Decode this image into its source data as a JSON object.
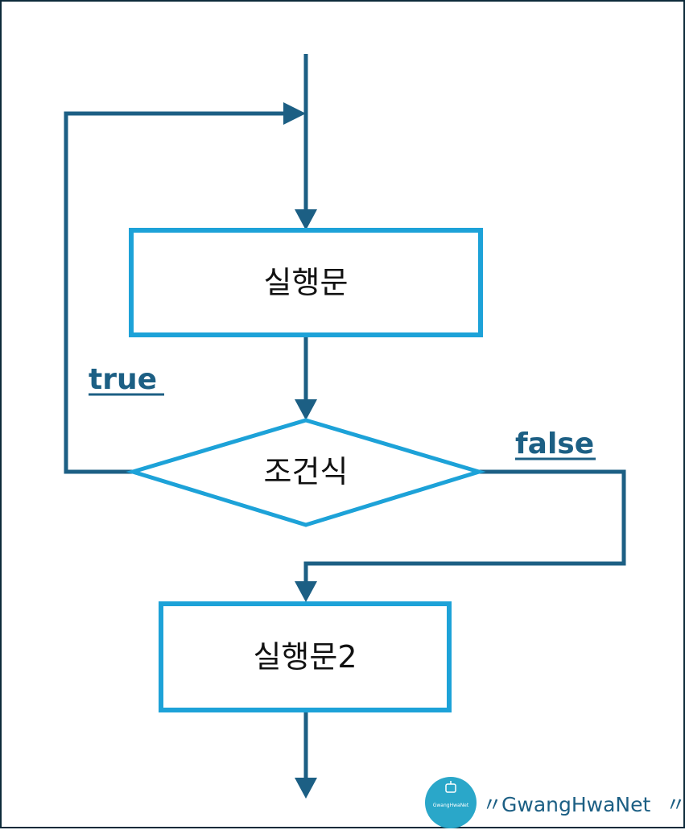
{
  "flowchart": {
    "nodes": {
      "statement": "실행문",
      "condition": "조건식",
      "statement2": "실행문2"
    },
    "edges": {
      "true_label": "true",
      "false_label": "false"
    }
  },
  "watermark": {
    "brand": "GwangHwaNet",
    "decorator_left": "〃",
    "decorator_right": "〃",
    "logo_text": "GwangHwaNet",
    "logo_icon": "robot-head-icon"
  },
  "colors": {
    "line": "#1c5f84",
    "box_border": "#1da2d8",
    "label": "#1c5f84",
    "logo_bg": "#2aa7c9",
    "frame": "#0c2a3a"
  }
}
